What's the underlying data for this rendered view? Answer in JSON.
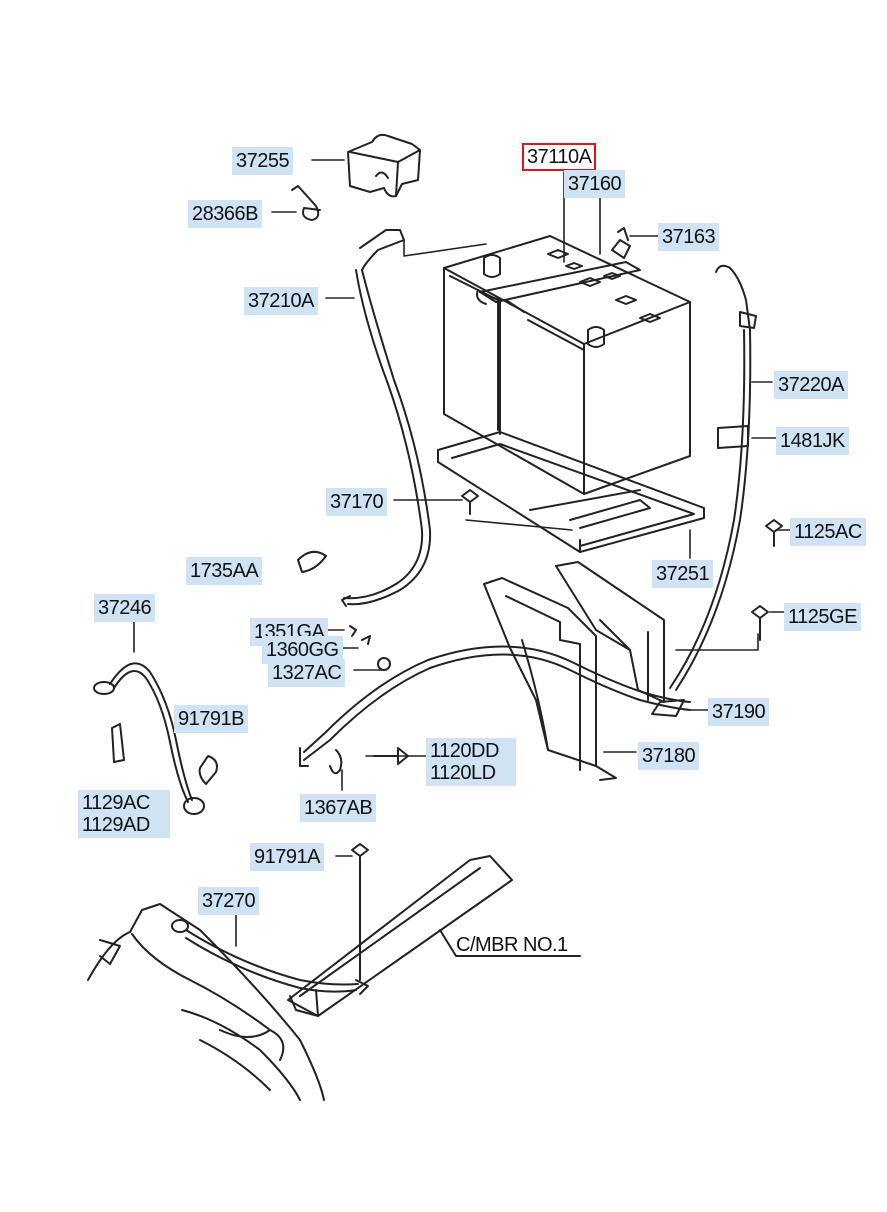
{
  "diagram": {
    "highlight_color": "#cfe3f5",
    "selected_color": "#e0131b",
    "selected_part": "37110A",
    "parts": {
      "p37255": "37255",
      "p28366B": "28366B",
      "p37110A": "37110A",
      "p37160": "37160",
      "p37163": "37163",
      "p37210A": "37210A",
      "p37220A": "37220A",
      "p1481JK": "1481JK",
      "p37170": "37170",
      "p1125AC": "1125AC",
      "p1735AA": "1735AA",
      "p37251": "37251",
      "p37246": "37246",
      "p1351GA": "1351GA",
      "p1360GG": "1360GG",
      "p1125GE": "1125GE",
      "p1327AC": "1327AC",
      "p91791B": "91791B",
      "p37190": "37190",
      "p1120DD": "1120DD",
      "p1120LD": "1120LD",
      "p37180": "37180",
      "p1129AC": "1129AC",
      "p1129AD": "1129AD",
      "p1367AB": "1367AB",
      "p91791A": "91791A",
      "p37270": "37270"
    },
    "note": "C/MBR NO.1"
  }
}
